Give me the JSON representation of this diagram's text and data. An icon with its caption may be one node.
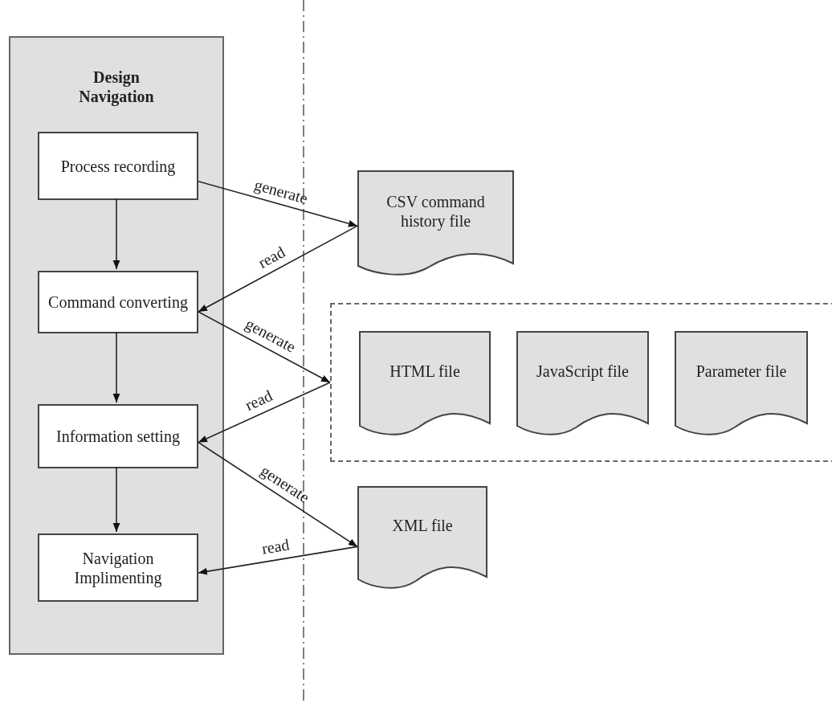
{
  "diagram": {
    "nodes": [
      {
        "text": [
          "Design Navigation"
        ]
      },
      {
        "text": [
          "Process recording"
        ],
        "in": 0
      },
      {
        "text": [
          "Command converting"
        ],
        "in": 0
      },
      {
        "text": [
          "Information setting"
        ],
        "in": 0
      },
      {
        "text": [
          "Navigation Implimenting"
        ],
        "in": 0
      },
      {
        "text": [
          "CSV command history file"
        ]
      },
      {
        "text": [],
        "shape": "box"
      },
      {
        "text": [
          "HTML file"
        ],
        "in": 6
      },
      {
        "text": [
          "JavaScript file"
        ],
        "in": 6
      },
      {
        "text": [
          "Parameter file"
        ],
        "in": 6
      },
      {
        "text": [
          "XML file"
        ]
      }
    ],
    "edges": [
      {
        "from": 1,
        "to": 2,
        "arrow": "to"
      },
      {
        "from": 2,
        "to": 3,
        "arrow": "to"
      },
      {
        "from": 3,
        "to": 4,
        "arrow": "to"
      },
      {
        "from": 1,
        "to": 5,
        "arrow": "to",
        "label": "generate"
      },
      {
        "from": 5,
        "to": 2,
        "arrow": "to",
        "label": "read"
      },
      {
        "from": 2,
        "to": 6,
        "arrow": "to",
        "label": "generate"
      },
      {
        "from": 6,
        "to": 3,
        "arrow": "to",
        "label": "read"
      },
      {
        "from": 3,
        "to": 10,
        "arrow": "to",
        "label": "generate"
      },
      {
        "from": 10,
        "to": 4,
        "arrow": "to",
        "label": "read"
      }
    ]
  }
}
